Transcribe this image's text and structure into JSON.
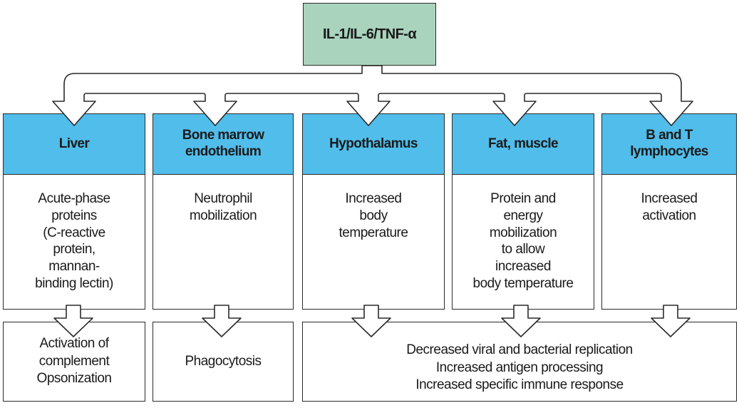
{
  "source": {
    "label": "IL-1/IL-6/TNF-α"
  },
  "organs": [
    {
      "title": "Liver",
      "effect": "Acute-phase\nproteins\n(C-reactive\nprotein,\nmannan-\nbinding lectin)"
    },
    {
      "title": "Bone marrow\nendothelium",
      "effect": "Neutrophil\nmobilization"
    },
    {
      "title": "Hypothalamus",
      "effect": "Increased\nbody\ntemperature"
    },
    {
      "title": "Fat, muscle",
      "effect": "Protein and\nenergy\nmobilization\nto allow\nincreased\nbody temperature"
    },
    {
      "title": "B and T\nlymphocytes",
      "effect": "Increased\nactivation"
    }
  ],
  "outcomes": {
    "liver": "Activation of\ncomplement\nOpsonization",
    "bone_marrow": "Phagocytosis",
    "combined": [
      "Decreased viral and bacterial replication",
      "Increased antigen processing",
      "Increased specific immune response"
    ]
  },
  "colors": {
    "source_fill": "#a9d3bd",
    "organ_header_fill": "#51bdea",
    "arrow_fill": "#ffffff",
    "stroke": "#2a2a2a"
  }
}
